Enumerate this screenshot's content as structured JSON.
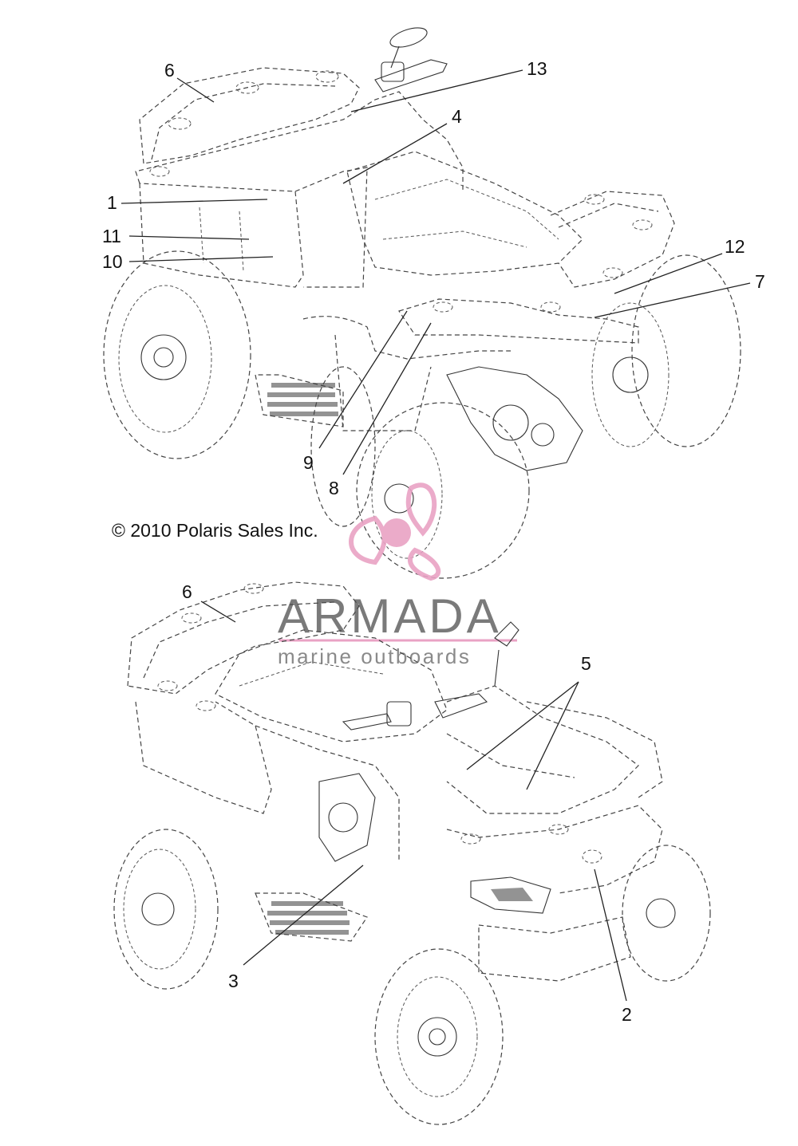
{
  "copyright": "© 2010 Polaris Sales Inc.",
  "watermark": {
    "brand": "ARMADA",
    "tagline": "marine outboards",
    "brand_color": "#7a7a7a",
    "logo_color": "#e9a2c4"
  },
  "callouts": {
    "top": [
      "6",
      "13",
      "4",
      "1",
      "11",
      "10",
      "12",
      "7",
      "9",
      "8"
    ],
    "bottom": [
      "6",
      "5",
      "3",
      "2"
    ]
  }
}
